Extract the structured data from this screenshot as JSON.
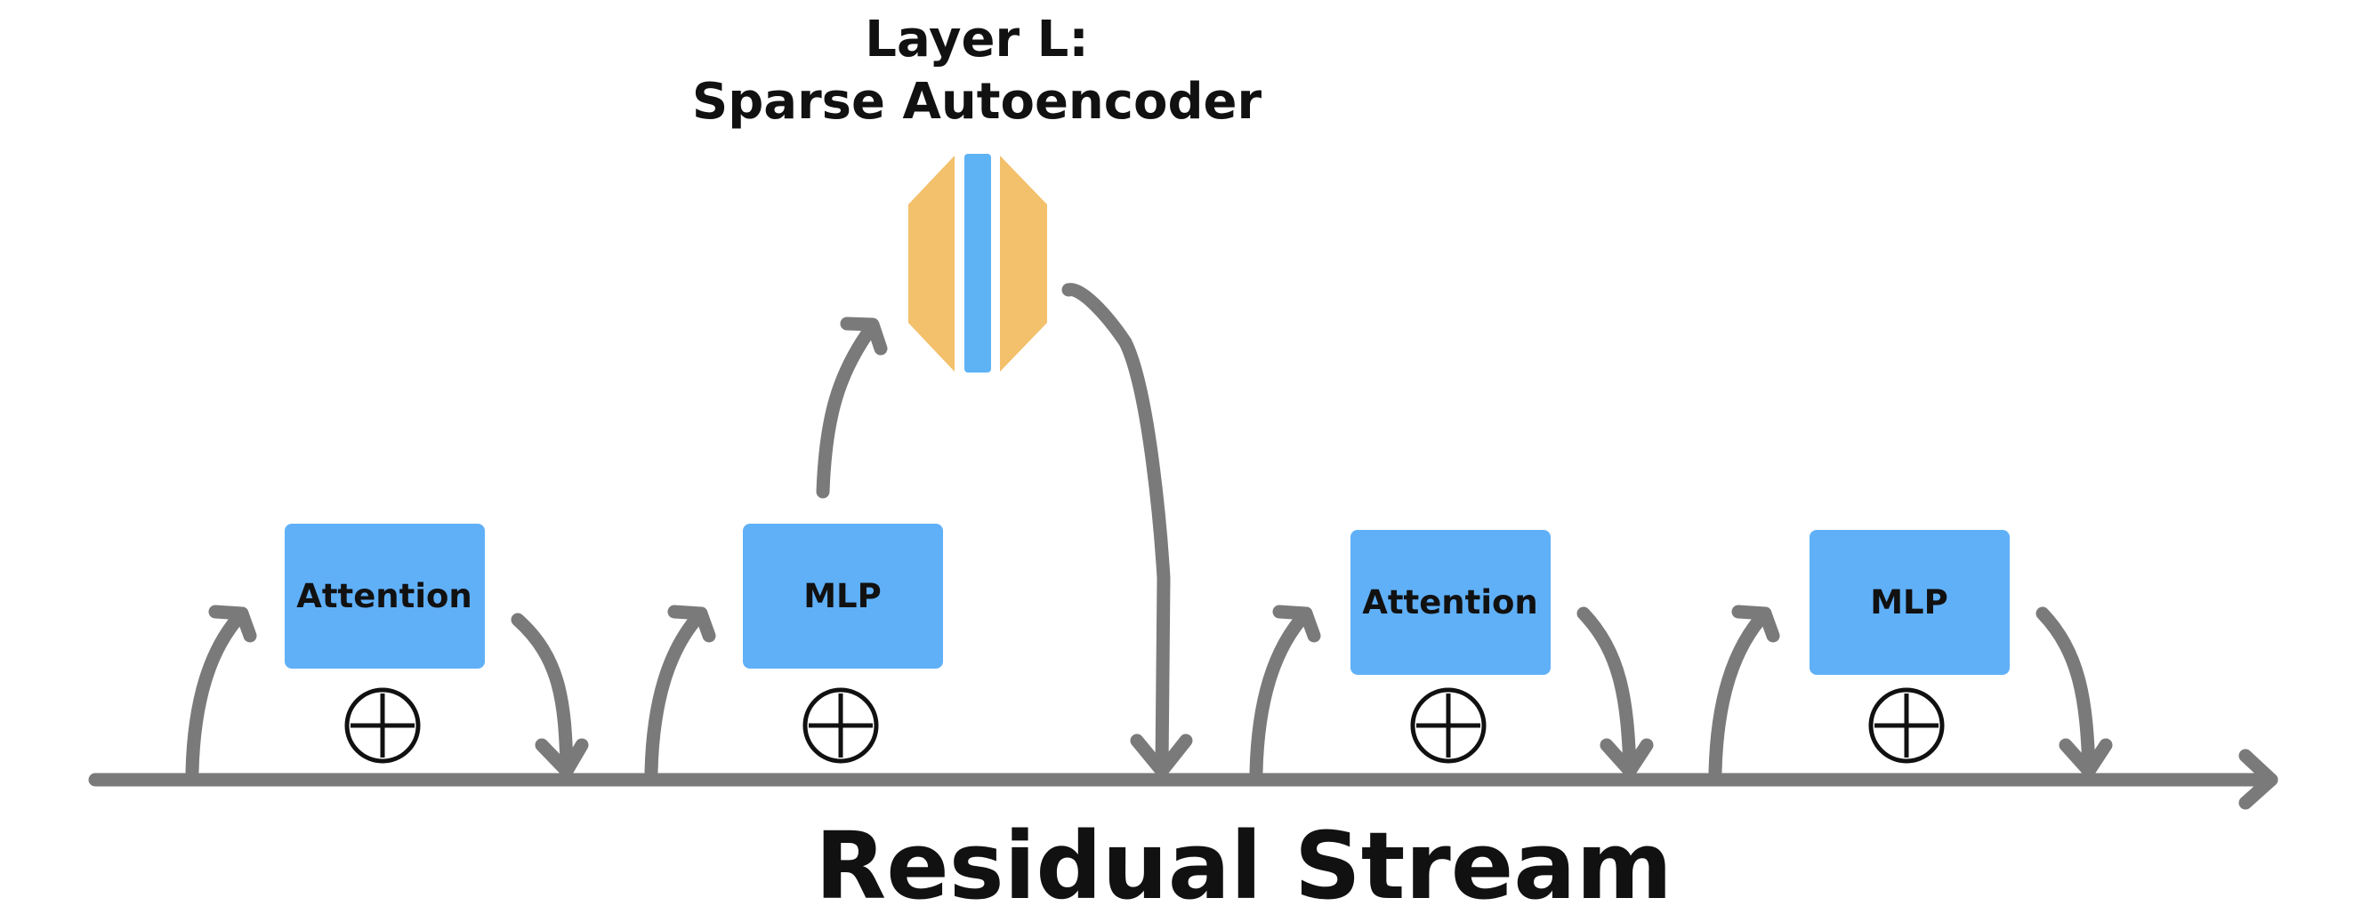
{
  "diagram": {
    "sae_title": {
      "line1": "Layer L:",
      "line2": "Sparse Autoencoder"
    },
    "stream_label": "Residual Stream",
    "blocks": [
      {
        "label": "Attention"
      },
      {
        "label": "MLP"
      },
      {
        "label": "Attention"
      },
      {
        "label": "MLP"
      }
    ],
    "colors": {
      "block": "#60b0f8",
      "encoder": "#f3c06b",
      "latent": "#5eb3f5",
      "arrow": "#7a7a7a"
    },
    "icons": {
      "add": "circled-plus-icon"
    }
  }
}
